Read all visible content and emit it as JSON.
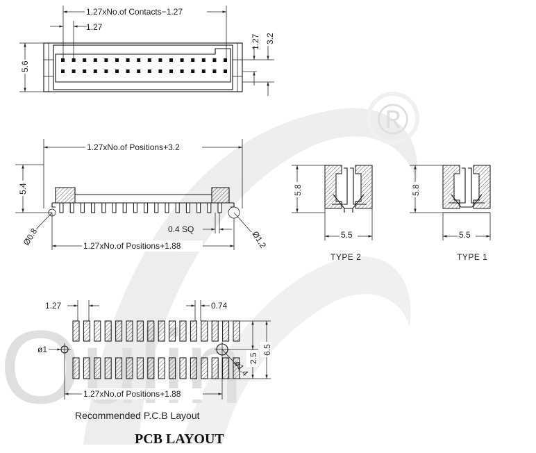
{
  "top_view": {
    "dim_top": "1.27xNo.of  Contacts−1.27",
    "dim_pitch": "1.27",
    "dim_height": "5.6",
    "dim_right_a": "1.27",
    "dim_right_b": "3.2"
  },
  "side_view": {
    "dim_top": "1.27xNo.of  Positions+3.2",
    "dim_height": "5.4",
    "dim_sq": "0.4  SQ",
    "dim_hole_left": "Ø0.8",
    "dim_hole_right": "Ø1.2",
    "dim_bottom": "1.27xNo.of  Positions+1.88"
  },
  "type2": {
    "dim_height": "5.8",
    "dim_width": "5.5",
    "label": "TYPE  2"
  },
  "type1": {
    "dim_height": "5.8",
    "dim_width": "5.5",
    "label": "TYPE  1"
  },
  "pcb": {
    "dim_pitch": "1.27",
    "dim_pad": "0.74",
    "dim_hole_left": "ø1",
    "dim_hole_right": "ø1.4",
    "dim_row": "2.5",
    "dim_height": "6.5",
    "dim_bottom": "1.27xNo.of  Positions+1.88",
    "caption": "Recommended  P.C.B  Layout",
    "title": "PCB  LAYOUT"
  },
  "registered_mark": "®",
  "watermark_text": "Oulin"
}
